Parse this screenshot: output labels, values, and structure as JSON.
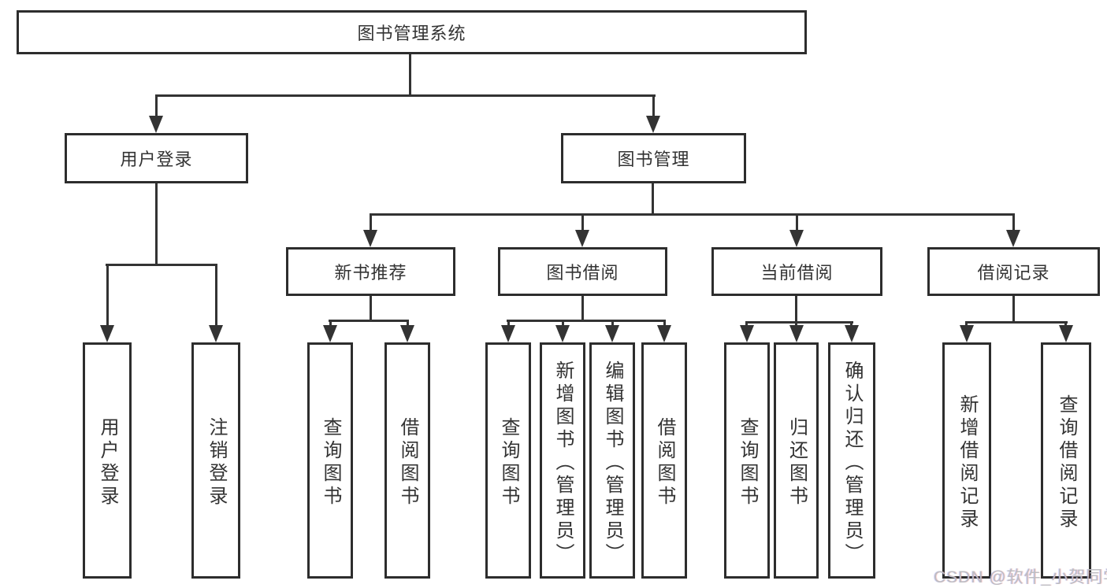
{
  "diagram": {
    "type": "hierarchy-tree",
    "colors": {
      "line": "#333333",
      "box_border": "#2d2d2d",
      "box_fill": "#ffffff",
      "text": "#333333",
      "watermark": "#bdbdc2",
      "background": "#ffffff"
    },
    "tree": {
      "root": {
        "label": "图书管理系统"
      },
      "level2": [
        {
          "label": "用户登录"
        },
        {
          "label": "图书管理"
        }
      ],
      "level3": [
        {
          "label": "新书推荐",
          "parent": "图书管理"
        },
        {
          "label": "图书借阅",
          "parent": "图书管理"
        },
        {
          "label": "当前借阅",
          "parent": "图书管理"
        },
        {
          "label": "借阅记录",
          "parent": "图书管理"
        }
      ],
      "leaves": [
        {
          "label": "用户登录",
          "parent": "用户登录"
        },
        {
          "label": "注销登录",
          "parent": "用户登录"
        },
        {
          "label": "查询图书",
          "parent": "新书推荐"
        },
        {
          "label": "借阅图书",
          "parent": "新书推荐"
        },
        {
          "label": "查询图书",
          "parent": "图书借阅"
        },
        {
          "label": "新增图书（管理员）",
          "parent": "图书借阅"
        },
        {
          "label": "编辑图书（管理员）",
          "parent": "图书借阅"
        },
        {
          "label": "借阅图书",
          "parent": "图书借阅"
        },
        {
          "label": "查询图书",
          "parent": "当前借阅"
        },
        {
          "label": "归还图书",
          "parent": "当前借阅"
        },
        {
          "label": "确认归还（管理员）",
          "parent": "当前借阅"
        },
        {
          "label": "新增借阅记录",
          "parent": "借阅记录"
        },
        {
          "label": "查询借阅记录",
          "parent": "借阅记录"
        }
      ]
    },
    "watermark": {
      "text": "CSDN @软件_小贺同学"
    }
  }
}
